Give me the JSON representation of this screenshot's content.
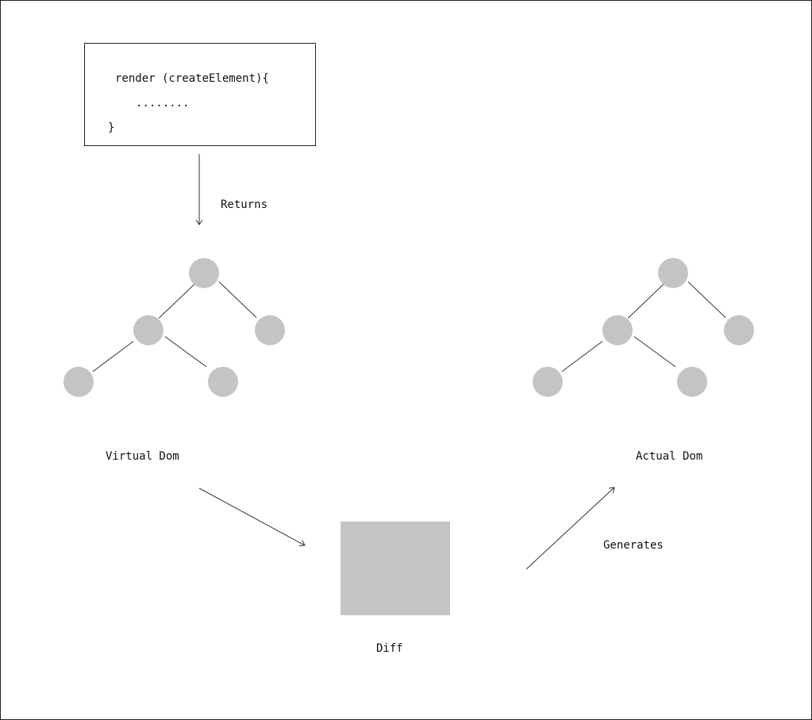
{
  "code": {
    "line1": "render (createElement){",
    "line2": "........",
    "line3": "}"
  },
  "labels": {
    "returns": "Returns",
    "virtual_dom": "Virtual Dom",
    "actual_dom": "Actual Dom",
    "diff": "Diff",
    "generates": "Generates"
  },
  "colors": {
    "node_fill": "#c4c4c4",
    "line_stroke": "#333333",
    "diff_fill": "#c4c4c4"
  }
}
